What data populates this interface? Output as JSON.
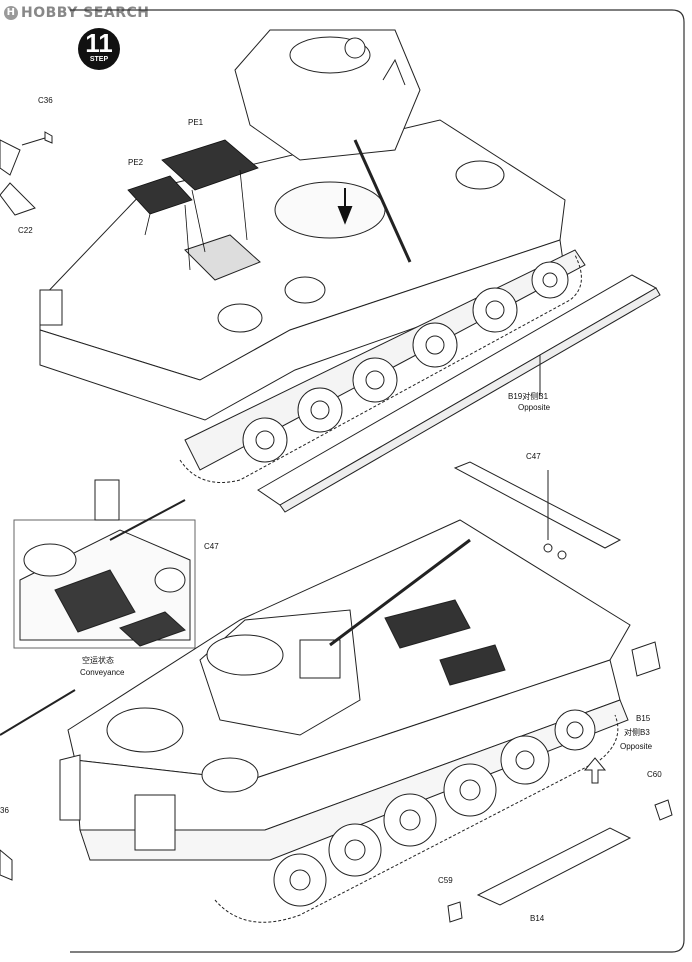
{
  "watermark": {
    "logo_letter": "H",
    "text": "HOBBY SEARCH"
  },
  "step": {
    "number": "11",
    "label": "STEP"
  },
  "callouts": {
    "c36_top": "C36",
    "c22": "C22",
    "pe1": "PE1",
    "pe2": "PE2",
    "b19_line": "B19对侧B1",
    "b19_opposite": "Opposite",
    "c47_main": "C47",
    "c47_inset": "C47",
    "conveyance_cn": "空运状态",
    "conveyance_en": "Conveyance",
    "b15": "B15",
    "b15_line": "对侧B3",
    "b15_opposite": "Opposite",
    "c60": "C60",
    "c36_bottom": "36",
    "c59": "C59",
    "b14": "B14"
  }
}
